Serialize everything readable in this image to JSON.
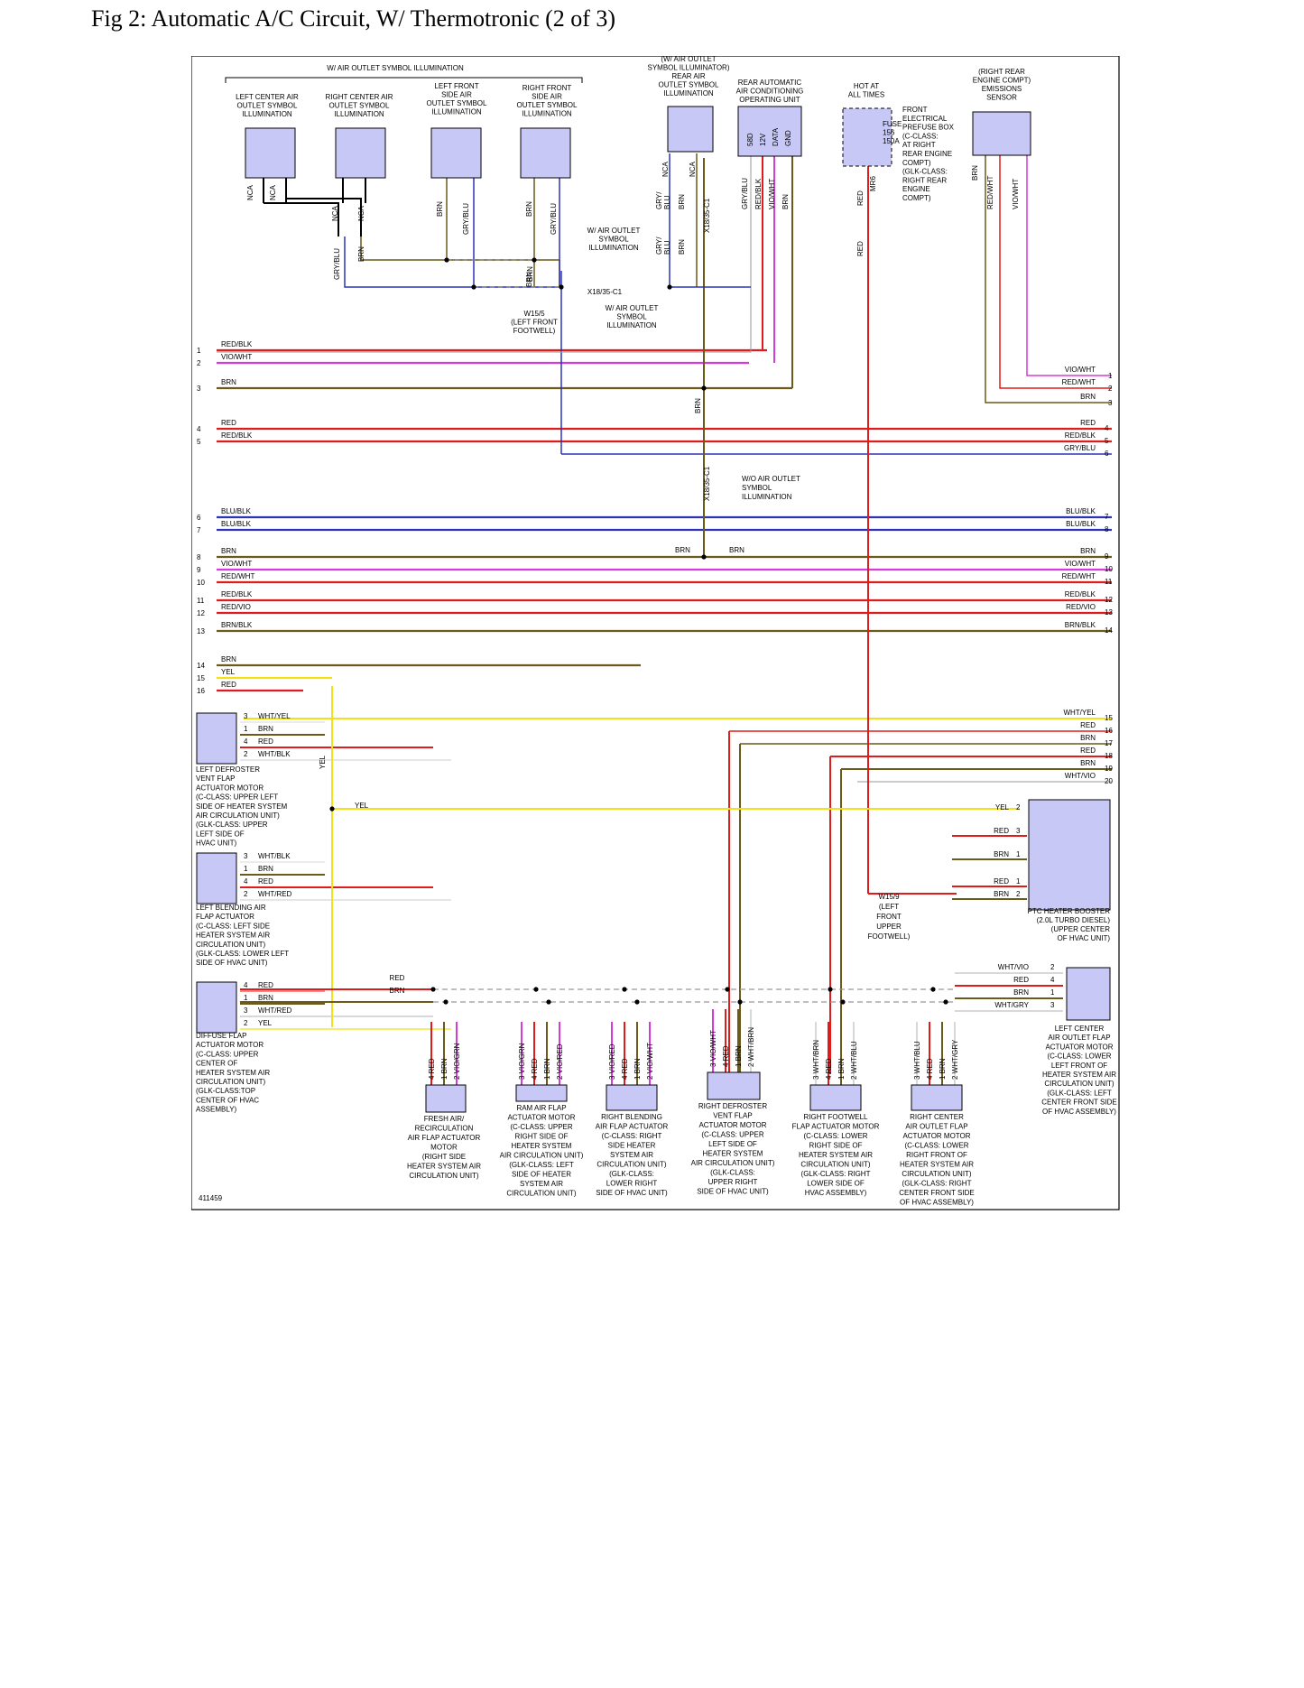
{
  "title": "Fig 2: Automatic A/C Circuit, W/ Thermotronic (2 of 3)",
  "figure_id": "411459",
  "colors": {
    "RED": "#e01b1b",
    "BRN": "#6b5a1a",
    "VIO": "#d53bd9",
    "BLU": "#2b33b8",
    "YEL": "#f2e01a",
    "GRY": "#9a9a9a",
    "BLK": "#000000",
    "WHT": "#d8d8d8",
    "component_fill": "#c8c8f7"
  },
  "top_components": [
    {
      "label": "LEFT CENTER AIR\nOUTLET SYMBOL\nILLUMINATION"
    },
    {
      "label": "RIGHT CENTER AIR\nOUTLET SYMBOL\nILLUMINATION"
    },
    {
      "label": "LEFT FRONT\nSIDE AIR\nOUTLET SYMBOL\nILLUMINATION"
    },
    {
      "label": "RIGHT FRONT\nSIDE AIR\nOUTLET SYMBOL\nILLUMINATION"
    },
    {
      "label": "(W/ AIR OUTLET\nSYMBOL ILLUMINATOR)\nREAR AIR\nOUTLET SYMBOL\nILLUMINATION"
    },
    {
      "label": "REAR AUTOMATIC\nAIR CONDITIONING\nOPERATING UNIT",
      "pins": [
        "58D",
        "12V",
        "DATA",
        "GND"
      ]
    },
    {
      "label": "HOT AT\nALL TIMES"
    },
    {
      "label": "(RIGHT REAR\nENGINE COMPT)\nEMISSIONS\nSENSOR"
    }
  ],
  "fuse": {
    "text": "FUSE\n156\n150A",
    "note": "FRONT\nELECTRICAL\nPREFUSE BOX\n(C-CLASS:\nAT RIGHT\nREAR ENGINE\nCOMPT)\n(GLK-CLASS:\nRIGHT REAR\nENGINE\nCOMPT)",
    "pin": "MR6"
  },
  "group_label": "W/ AIR OUTLET SYMBOL ILLUMINATION",
  "splice_notes": {
    "w_air_outlet_1": "W/ AIR OUTLET\nSYMBOL\nILLUMINATION",
    "w_air_outlet_2": "W/ AIR OUTLET\nSYMBOL\nILLUMINATION",
    "wo_air_outlet": "W/O AIR OUTLET\nSYMBOL\nILLUMINATION",
    "x18_c1_top": "X18/35-C1",
    "x18_c1_mid": "X18/35-C1",
    "x18_c1_low": "X18/35-C1",
    "ground_w15_5": "W15/5\n(LEFT FRONT\nFOOTWELL)",
    "ground_w15_9": "W15/9\n(LEFT\nFRONT\nUPPER\nFOOTWELL)"
  },
  "top_wire_labels": [
    {
      "id": "t1",
      "text": "NCA"
    },
    {
      "id": "t2",
      "text": "NCA"
    },
    {
      "id": "t3",
      "text": "NCA"
    },
    {
      "id": "t4",
      "text": "NCA"
    },
    {
      "id": "t5",
      "text": "GRY/BLU"
    },
    {
      "id": "t6",
      "text": "BRN"
    },
    {
      "id": "t7",
      "text": "BRN"
    },
    {
      "id": "t8",
      "text": "GRY/BLU"
    },
    {
      "id": "t9",
      "text": "BRN"
    },
    {
      "id": "t10",
      "text": "GRY/BLU"
    },
    {
      "id": "t11",
      "text": "BRN"
    },
    {
      "id": "t12",
      "text": "NCA"
    },
    {
      "id": "t13",
      "text": "NCA"
    },
    {
      "id": "t14",
      "text": "GRY/\nBLU"
    },
    {
      "id": "t15",
      "text": "BRN"
    },
    {
      "id": "t16",
      "text": "GRY/\nBLU"
    },
    {
      "id": "t17",
      "text": "BRN"
    },
    {
      "id": "t18",
      "text": "GRY/BLU"
    },
    {
      "id": "t19",
      "text": "RED/BLK"
    },
    {
      "id": "t20",
      "text": "VIO/WHT"
    },
    {
      "id": "t21",
      "text": "BRN"
    },
    {
      "id": "t22",
      "text": "RED"
    },
    {
      "id": "t23",
      "text": "RED"
    },
    {
      "id": "t24",
      "text": "BRN"
    },
    {
      "id": "t25",
      "text": "RED/WHT"
    },
    {
      "id": "t26",
      "text": "VIO/WHT"
    },
    {
      "id": "t27",
      "text": "GRY/BLU"
    },
    {
      "id": "t28",
      "text": "GRY/\nBLU"
    },
    {
      "id": "t29",
      "text": "BRN"
    },
    {
      "id": "t30",
      "text": "BRN"
    },
    {
      "id": "t31",
      "text": "BRN"
    }
  ],
  "bus_wires": [
    {
      "n": "1",
      "left": "RED/BLK"
    },
    {
      "n": "2",
      "left": "VIO/WHT"
    },
    {
      "n": "3",
      "left": "BRN"
    },
    {
      "n": "4",
      "left": "RED",
      "right": "RED",
      "rn": "4"
    },
    {
      "n": "5",
      "left": "RED/BLK",
      "right": "RED/BLK",
      "rn": "5"
    },
    {
      "right": "GRY/BLU",
      "rn": "6"
    },
    {
      "n": "6",
      "left": "BLU/BLK",
      "right": "BLU/BLK",
      "rn": "7"
    },
    {
      "n": "7",
      "left": "BLU/BLK",
      "right": "BLU/BLK",
      "rn": "8"
    },
    {
      "n": "8",
      "left": "BRN",
      "right": "BRN",
      "rn": "9"
    },
    {
      "n": "9",
      "left": "VIO/WHT",
      "right": "VIO/WHT",
      "rn": "10"
    },
    {
      "n": "10",
      "left": "RED/WHT",
      "right": "RED/WHT",
      "rn": "11"
    },
    {
      "n": "11",
      "left": "RED/BLK",
      "right": "RED/BLK",
      "rn": "12"
    },
    {
      "n": "12",
      "left": "RED/VIO",
      "right": "RED/VIO",
      "rn": "13"
    },
    {
      "n": "13",
      "left": "BRN/BLK",
      "right": "BRN/BLK",
      "rn": "14"
    },
    {
      "n": "14",
      "left": "BRN"
    },
    {
      "n": "15",
      "left": "YEL"
    },
    {
      "n": "16",
      "left": "RED"
    },
    {
      "right": "WHT/YEL",
      "rn": "15"
    },
    {
      "right": "RED",
      "rn": "16"
    },
    {
      "right": "BRN",
      "rn": "17"
    },
    {
      "right": "RED",
      "rn": "18"
    },
    {
      "right": "BRN",
      "rn": "19"
    },
    {
      "right": "WHT/VIO",
      "rn": "20"
    }
  ],
  "sensor_right_wires": [
    {
      "label": "VIO/WHT",
      "n": "1"
    },
    {
      "label": "RED/WHT",
      "n": "2"
    },
    {
      "label": "BRN",
      "n": "3"
    }
  ],
  "mid_labels": {
    "brn_a": "BRN",
    "brn_b": "BRN",
    "brn_c": "BRN",
    "brn_d": "BRN",
    "yel_a": "YEL",
    "yel_b": "YEL"
  },
  "left_actuators": [
    {
      "label": "LEFT DEFROSTER\nVENT FLAP\nACTUATOR MOTOR\n(C-CLASS: UPPER LEFT\nSIDE OF HEATER SYSTEM\nAIR CIRCULATION UNIT)\n(GLK-CLASS: UPPER\nLEFT SIDE OF\nHVAC UNIT)",
      "pins": [
        {
          "n": "3",
          "w": "WHT/YEL"
        },
        {
          "n": "1",
          "w": "BRN"
        },
        {
          "n": "4",
          "w": "RED"
        },
        {
          "n": "2",
          "w": "WHT/BLK"
        }
      ]
    },
    {
      "label": "LEFT BLENDING AIR\nFLAP ACTUATOR\n(C-CLASS: LEFT SIDE\nHEATER SYSTEM AIR\nCIRCULATION UNIT)\n(GLK-CLASS: LOWER LEFT\nSIDE OF HVAC UNIT)",
      "pins": [
        {
          "n": "3",
          "w": "WHT/BLK"
        },
        {
          "n": "1",
          "w": "BRN"
        },
        {
          "n": "4",
          "w": "RED"
        },
        {
          "n": "2",
          "w": "WHT/RED"
        }
      ]
    },
    {
      "label": "DIFFUSE FLAP\nACTUATOR MOTOR\n(C-CLASS: UPPER\nCENTER OF\nHEATER SYSTEM AIR\nCIRCULATION UNIT)\n(GLK-CLASS:TOP\nCENTER OF HVAC\nASSEMBLY)",
      "pins": [
        {
          "n": "4",
          "w": "RED"
        },
        {
          "n": "1",
          "w": "BRN"
        },
        {
          "n": "3",
          "w": "WHT/RED"
        },
        {
          "n": "2",
          "w": "YEL"
        }
      ]
    }
  ],
  "diffuse_side": {
    "red": "RED",
    "brn": "BRN"
  },
  "ptc": {
    "label": "PTC HEATER BOOSTER\n(2.0L TURBO DIESEL)\n(UPPER CENTER\nOF HVAC UNIT)",
    "pins": [
      {
        "w": "YEL",
        "n": "2"
      },
      {
        "w": "RED",
        "n": "3"
      },
      {
        "w": "BRN",
        "n": "1"
      },
      {
        "w": "RED",
        "n": "1"
      },
      {
        "w": "BRN",
        "n": "2"
      }
    ]
  },
  "right_center": {
    "label": "LEFT CENTER\nAIR OUTLET FLAP\nACTUATOR MOTOR\n(C-CLASS: LOWER\nLEFT FRONT OF\nHEATER SYSTEM AIR\nCIRCULATION UNIT)\n(GLK-CLASS: LEFT\nCENTER FRONT SIDE\nOF HVAC ASSEMBLY)",
    "pins": [
      {
        "w": "WHT/VIO",
        "n": "2"
      },
      {
        "w": "RED",
        "n": "4"
      },
      {
        "w": "BRN",
        "n": "1"
      },
      {
        "w": "WHT/GRY",
        "n": "3"
      }
    ]
  },
  "bottom_actuators": [
    {
      "label": "FRESH AIR/\nRECIRCULATION\nAIR FLAP ACTUATOR\nMOTOR\n(RIGHT SIDE\nHEATER SYSTEM AIR\nCIRCULATION UNIT)",
      "wires": [
        {
          "n": "4",
          "w": "RED"
        },
        {
          "n": "1",
          "w": "BRN"
        },
        {
          "n": "2",
          "w": "VIO/GRN"
        }
      ]
    },
    {
      "label": "RAM AIR FLAP\nACTUATOR MOTOR\n(C-CLASS: UPPER\nRIGHT SIDE OF\nHEATER SYSTEM\nAIR CIRCULATION UNIT)\n(GLK-CLASS: LEFT\nSIDE OF HEATER\nSYSTEM AIR\nCIRCULATION UNIT)",
      "wires": [
        {
          "n": "3",
          "w": "VIO/GRN"
        },
        {
          "n": "4",
          "w": "RED"
        },
        {
          "n": "1",
          "w": "BRN"
        },
        {
          "n": "2",
          "w": "VIO/RED"
        }
      ]
    },
    {
      "label": "RIGHT BLENDING\nAIR FLAP ACTUATOR\n(C-CLASS: RIGHT\nSIDE HEATER\nSYSTEM AIR\nCIRCULATION UNIT)\n(GLK-CLASS:\nLOWER RIGHT\nSIDE OF HVAC UNIT)",
      "wires": [
        {
          "n": "3",
          "w": "VIO/RED"
        },
        {
          "n": "4",
          "w": "RED"
        },
        {
          "n": "1",
          "w": "BRN"
        },
        {
          "n": "2",
          "w": "VIO/WHT"
        }
      ]
    },
    {
      "label": "RIGHT DEFROSTER\nVENT FLAP\nACTUATOR MOTOR\n(C-CLASS: UPPER\nLEFT SIDE OF\nHEATER SYSTEM\nAIR CIRCULATION UNIT)\n(GLK-CLASS:\nUPPER RIGHT\nSIDE OF HVAC UNIT)",
      "wires": [
        {
          "n": "",
          "w": "3 VIO/WHT"
        },
        {
          "n": "",
          "w": "4 RED"
        },
        {
          "n": "",
          "w": "1 BRN"
        },
        {
          "n": "",
          "w": "2 WHT/BRN"
        }
      ]
    },
    {
      "label": "RIGHT FOOTWELL\nFLAP ACTUATOR MOTOR\n(C-CLASS: LOWER\nRIGHT SIDE OF\nHEATER SYSTEM AIR\nCIRCULATION UNIT)\n(GLK-CLASS: RIGHT\nLOWER SIDE OF\nHVAC ASSEMBLY)",
      "wires": [
        {
          "n": "3",
          "w": "WHT/BRN"
        },
        {
          "n": "4",
          "w": "RED"
        },
        {
          "n": "1",
          "w": "BRN"
        },
        {
          "n": "2",
          "w": "WHT/BLU"
        }
      ]
    },
    {
      "label": "RIGHT CENTER\nAIR OUTLET FLAP\nACTUATOR MOTOR\n(C-CLASS: LOWER\nRIGHT FRONT OF\nHEATER SYSTEM AIR\nCIRCULATION UNIT)\n(GLK-CLASS: RIGHT\nCENTER FRONT SIDE\nOF HVAC ASSEMBLY)",
      "wires": [
        {
          "n": "3",
          "w": "WHT/BLU"
        },
        {
          "n": "4",
          "w": "RED"
        },
        {
          "n": "1",
          "w": "BRN"
        },
        {
          "n": "2",
          "w": "WHT/GRY"
        }
      ]
    }
  ]
}
